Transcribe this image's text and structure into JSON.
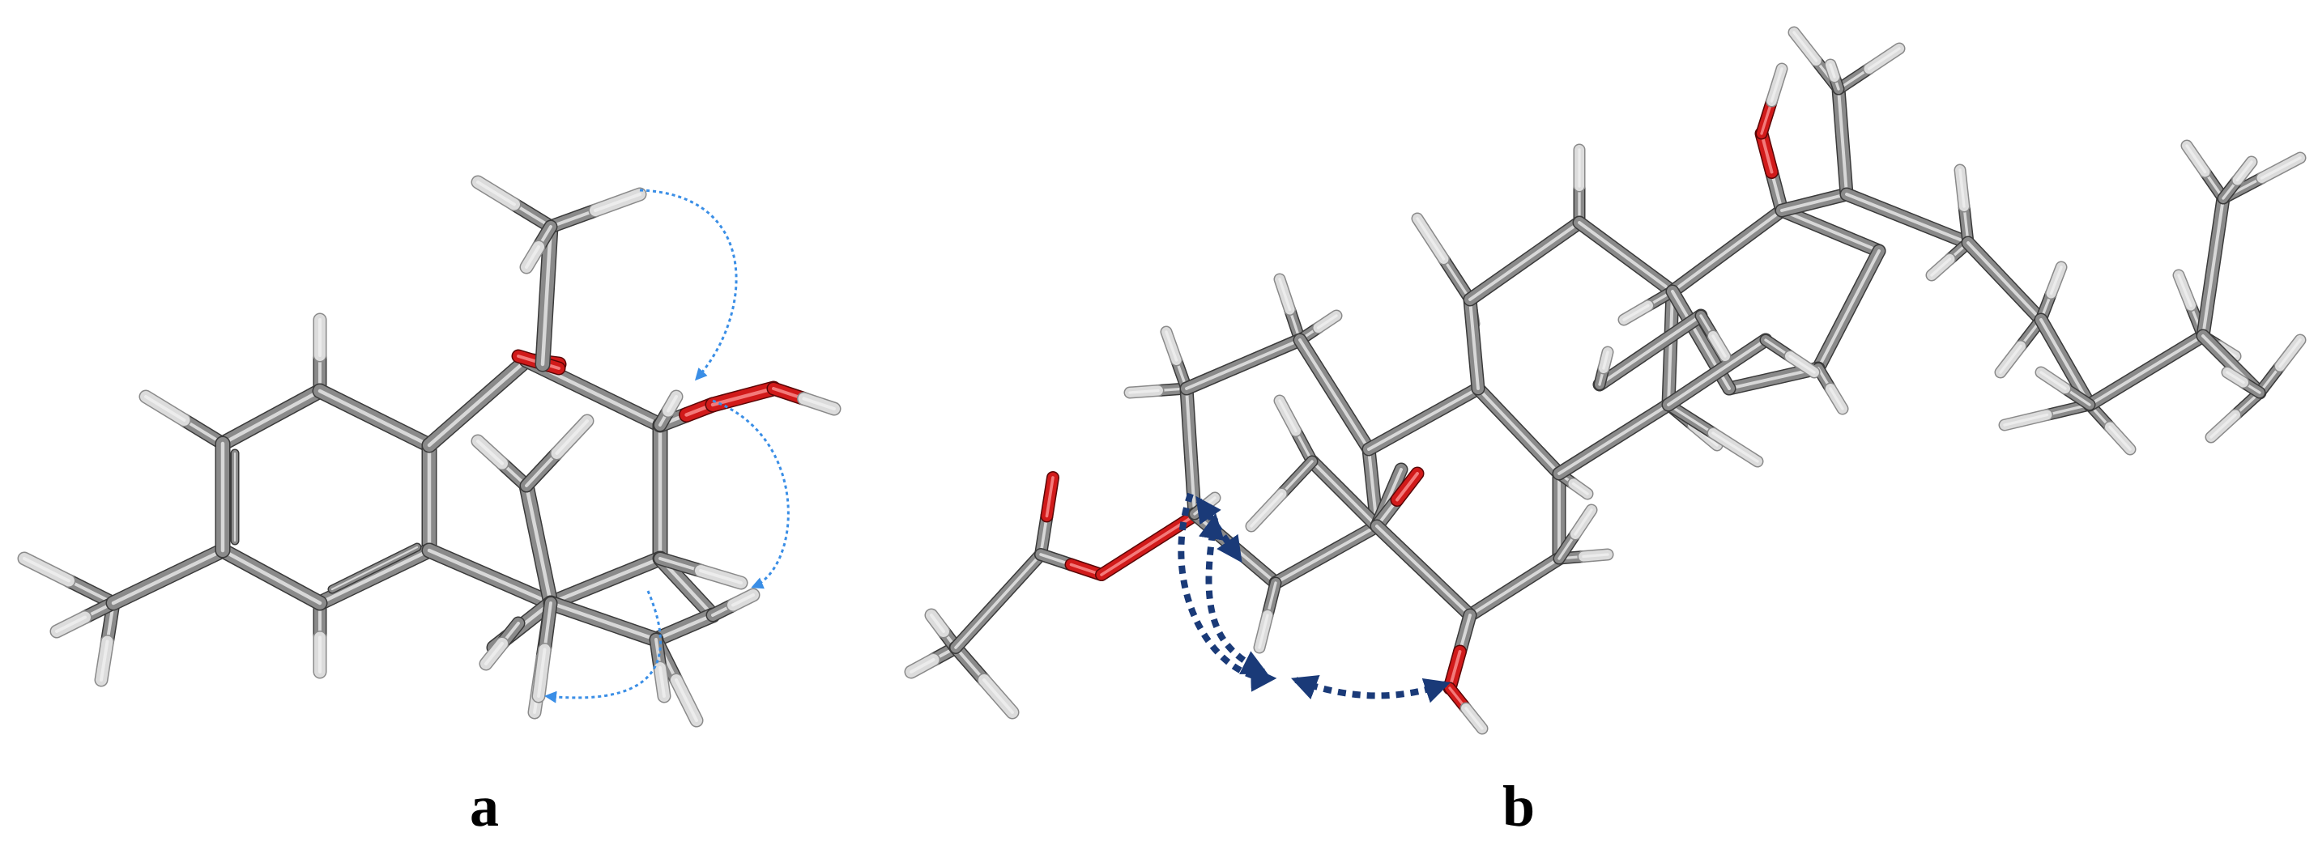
{
  "figure": {
    "panel_a_label": "a",
    "panel_b_label": "b"
  },
  "colors": {
    "bond_carbon": "#7a7a7a",
    "bond_hydrogen": "#d8d8d8",
    "bond_oxygen": "#d11a1a",
    "noe_light": "#3a8ee6",
    "noe_dark": "#1a3a78",
    "background": "#ffffff"
  },
  "molecules": {
    "a": {
      "name_icon": "3d-molecule-model-a",
      "noe_arrow_style": "light-dotted"
    },
    "b": {
      "name_icon": "3d-molecule-model-b",
      "noe_arrow_style": "dark-bold-dotted"
    }
  }
}
